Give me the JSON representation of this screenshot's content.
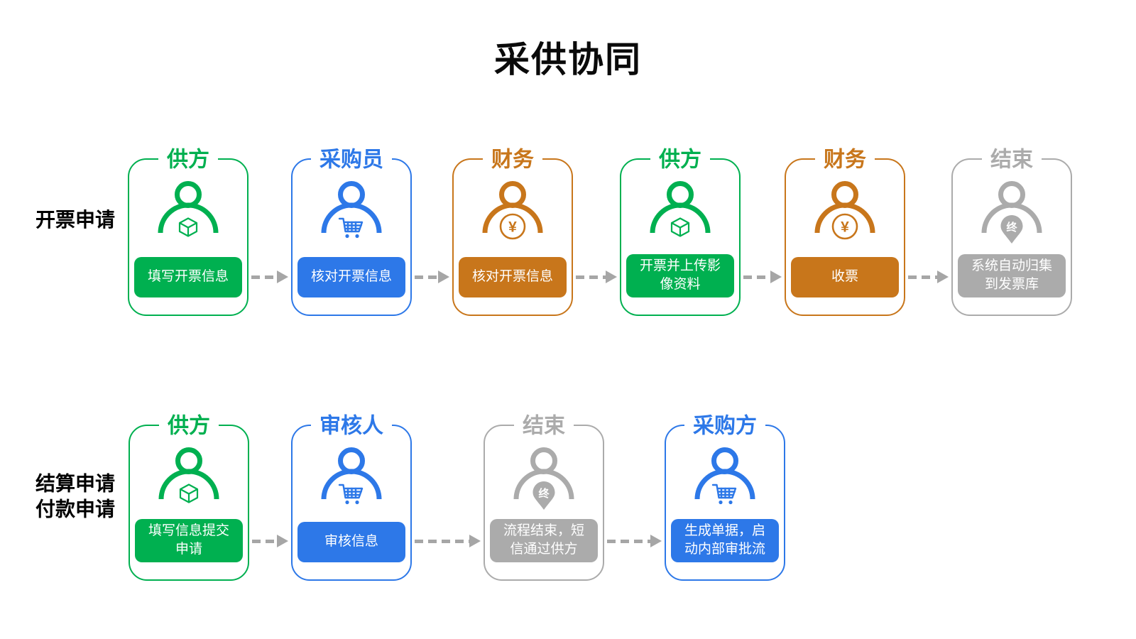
{
  "title": "采供协同",
  "colors": {
    "green": "#00b050",
    "blue": "#2d78e8",
    "orange": "#c8761b",
    "gray": "#ababab",
    "arrow": "#a6a6a6",
    "title_text": "#0a0a0a",
    "background": "#ffffff",
    "button_text": "#ffffff"
  },
  "badge_glyphs": {
    "yen": "¥",
    "end": "终"
  },
  "rows": [
    {
      "label_lines": [
        "开票申请"
      ],
      "nodes": [
        {
          "role": "供方",
          "color": "green",
          "badge": "box",
          "action_lines": [
            "填写开票信息"
          ]
        },
        {
          "role": "采购员",
          "color": "blue",
          "badge": "cart",
          "action_lines": [
            "核对开票信息"
          ]
        },
        {
          "role": "财务",
          "color": "orange",
          "badge": "yen",
          "action_lines": [
            "核对开票信息"
          ]
        },
        {
          "role": "供方",
          "color": "green",
          "badge": "box",
          "action_lines": [
            "开票并上传影",
            "像资料"
          ]
        },
        {
          "role": "财务",
          "color": "orange",
          "badge": "yen",
          "action_lines": [
            "收票"
          ]
        },
        {
          "role": "结束",
          "color": "gray",
          "badge": "end",
          "action_lines": [
            "系统自动归集",
            "到发票库"
          ]
        }
      ]
    },
    {
      "label_lines": [
        "结算申请",
        "付款申请"
      ],
      "nodes": [
        {
          "role": "供方",
          "color": "green",
          "badge": "box",
          "action_lines": [
            "填写信息提交",
            "申请"
          ]
        },
        {
          "role": "审核人",
          "color": "blue",
          "badge": "cart",
          "action_lines": [
            "审核信息"
          ]
        },
        {
          "role": "结束",
          "color": "gray",
          "badge": "end",
          "action_lines": [
            "流程结束，短",
            "信通过供方"
          ]
        },
        {
          "role": "采购方",
          "color": "blue",
          "badge": "cart",
          "action_lines": [
            "生成单据，启",
            "动内部审批流"
          ]
        }
      ]
    }
  ]
}
